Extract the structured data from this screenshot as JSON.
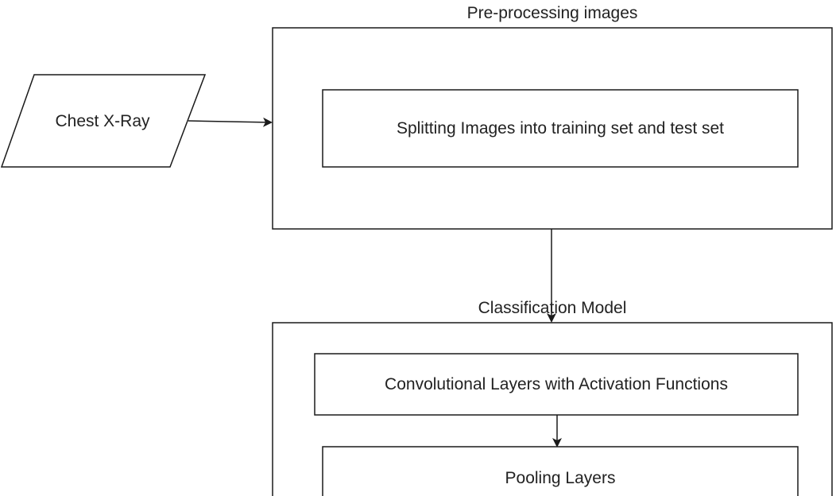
{
  "diagram": {
    "input_node": {
      "label": "Chest X-Ray",
      "shape": "parallelogram"
    },
    "preprocessing_group": {
      "title": "Pre-processing images",
      "steps": [
        {
          "label": "Splitting Images into training set and test set"
        }
      ]
    },
    "classification_group": {
      "title": "Classification Model",
      "steps": [
        {
          "label": "Convolutional Layers with Activation Functions"
        },
        {
          "label": "Pooling Layers"
        }
      ]
    },
    "edges": [
      {
        "from": "Chest X-Ray",
        "to": "Pre-processing images"
      },
      {
        "from": "Pre-processing images",
        "to": "Classification Model"
      },
      {
        "from": "Convolutional Layers with Activation Functions",
        "to": "Pooling Layers"
      }
    ],
    "colors": {
      "stroke": "#1a1a1a",
      "text": "#222222",
      "background": "#ffffff"
    }
  }
}
